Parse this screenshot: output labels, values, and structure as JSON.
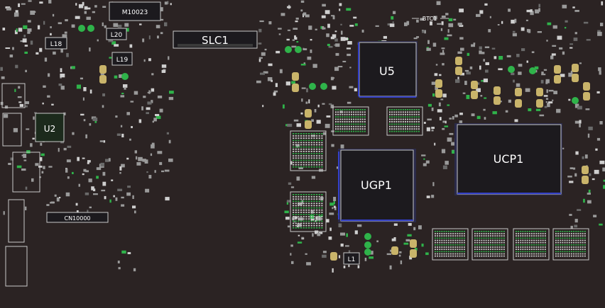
{
  "board": {
    "background": "#2b2323",
    "chip_fill": "#1c1a1e",
    "outline_color": "#c9c9c9",
    "pad_color": "#9a9a9a",
    "pad_gold": "#c9b46a",
    "via_green": "#2fb34a",
    "accent_blue": "#3340c8"
  },
  "labels": {
    "m10023": "M10023",
    "l20": "L20",
    "l18": "L18",
    "l19": "L19",
    "slc1": "SLC1",
    "btc1": "BTC1",
    "u5": "U5",
    "u2": "U2",
    "ucp1": "UCP1",
    "ugp1": "UGP1",
    "cn10000": "CN10000",
    "l1": "L1"
  }
}
